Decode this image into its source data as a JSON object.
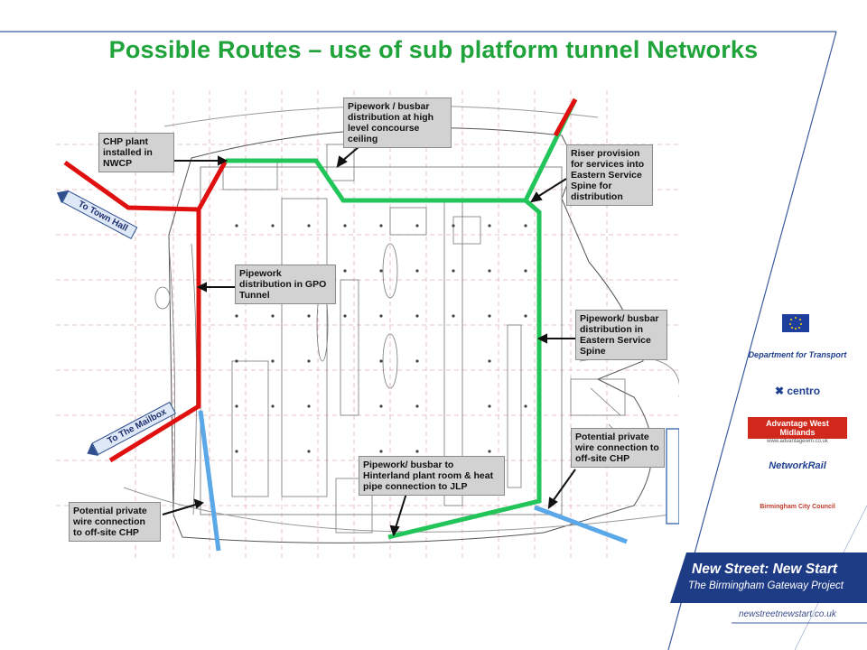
{
  "title": "Possible Routes – use of sub platform tunnel Networks",
  "callouts": {
    "chp_plant": "CHP plant installed in NWCP",
    "pipework_concourse": "Pipework / busbar distribution at high level concourse ceiling",
    "riser": "Riser provision for services into Eastern Service Spine for distribution",
    "gpo_tunnel": "Pipework distribution in GPO Tunnel",
    "eastern_spine": "Pipework/ busbar distribution in Eastern Service Spine",
    "private_wire_right": "Potential private wire connection to off-site CHP",
    "hinterland": "Pipework/ busbar to Hinterland plant room & heat pipe connection to JLP",
    "private_wire_left": "Potential private wire connection to off-site CHP"
  },
  "signs": {
    "town_hall": "To Town Hall",
    "mailbox": "To The Mailbox"
  },
  "logos": {
    "eu": "eu-flag-icon",
    "dft": "Department for Transport",
    "centro": "centro",
    "awm": "Advantage West Midlands",
    "awm_url": "www.advantagewm.co.uk",
    "network_rail": "NetworkRail",
    "bcc": "Birmingham City Council"
  },
  "brand": {
    "title": "New Street: New Start",
    "subtitle": "The Birmingham Gateway Project",
    "url": "newstreetnewstart.co.uk"
  },
  "colors": {
    "title": "#1fa33a",
    "route_red": "#e01010",
    "route_green": "#22c55a",
    "route_blue": "#5aa8e8",
    "brand_blue": "#1e3c86"
  }
}
